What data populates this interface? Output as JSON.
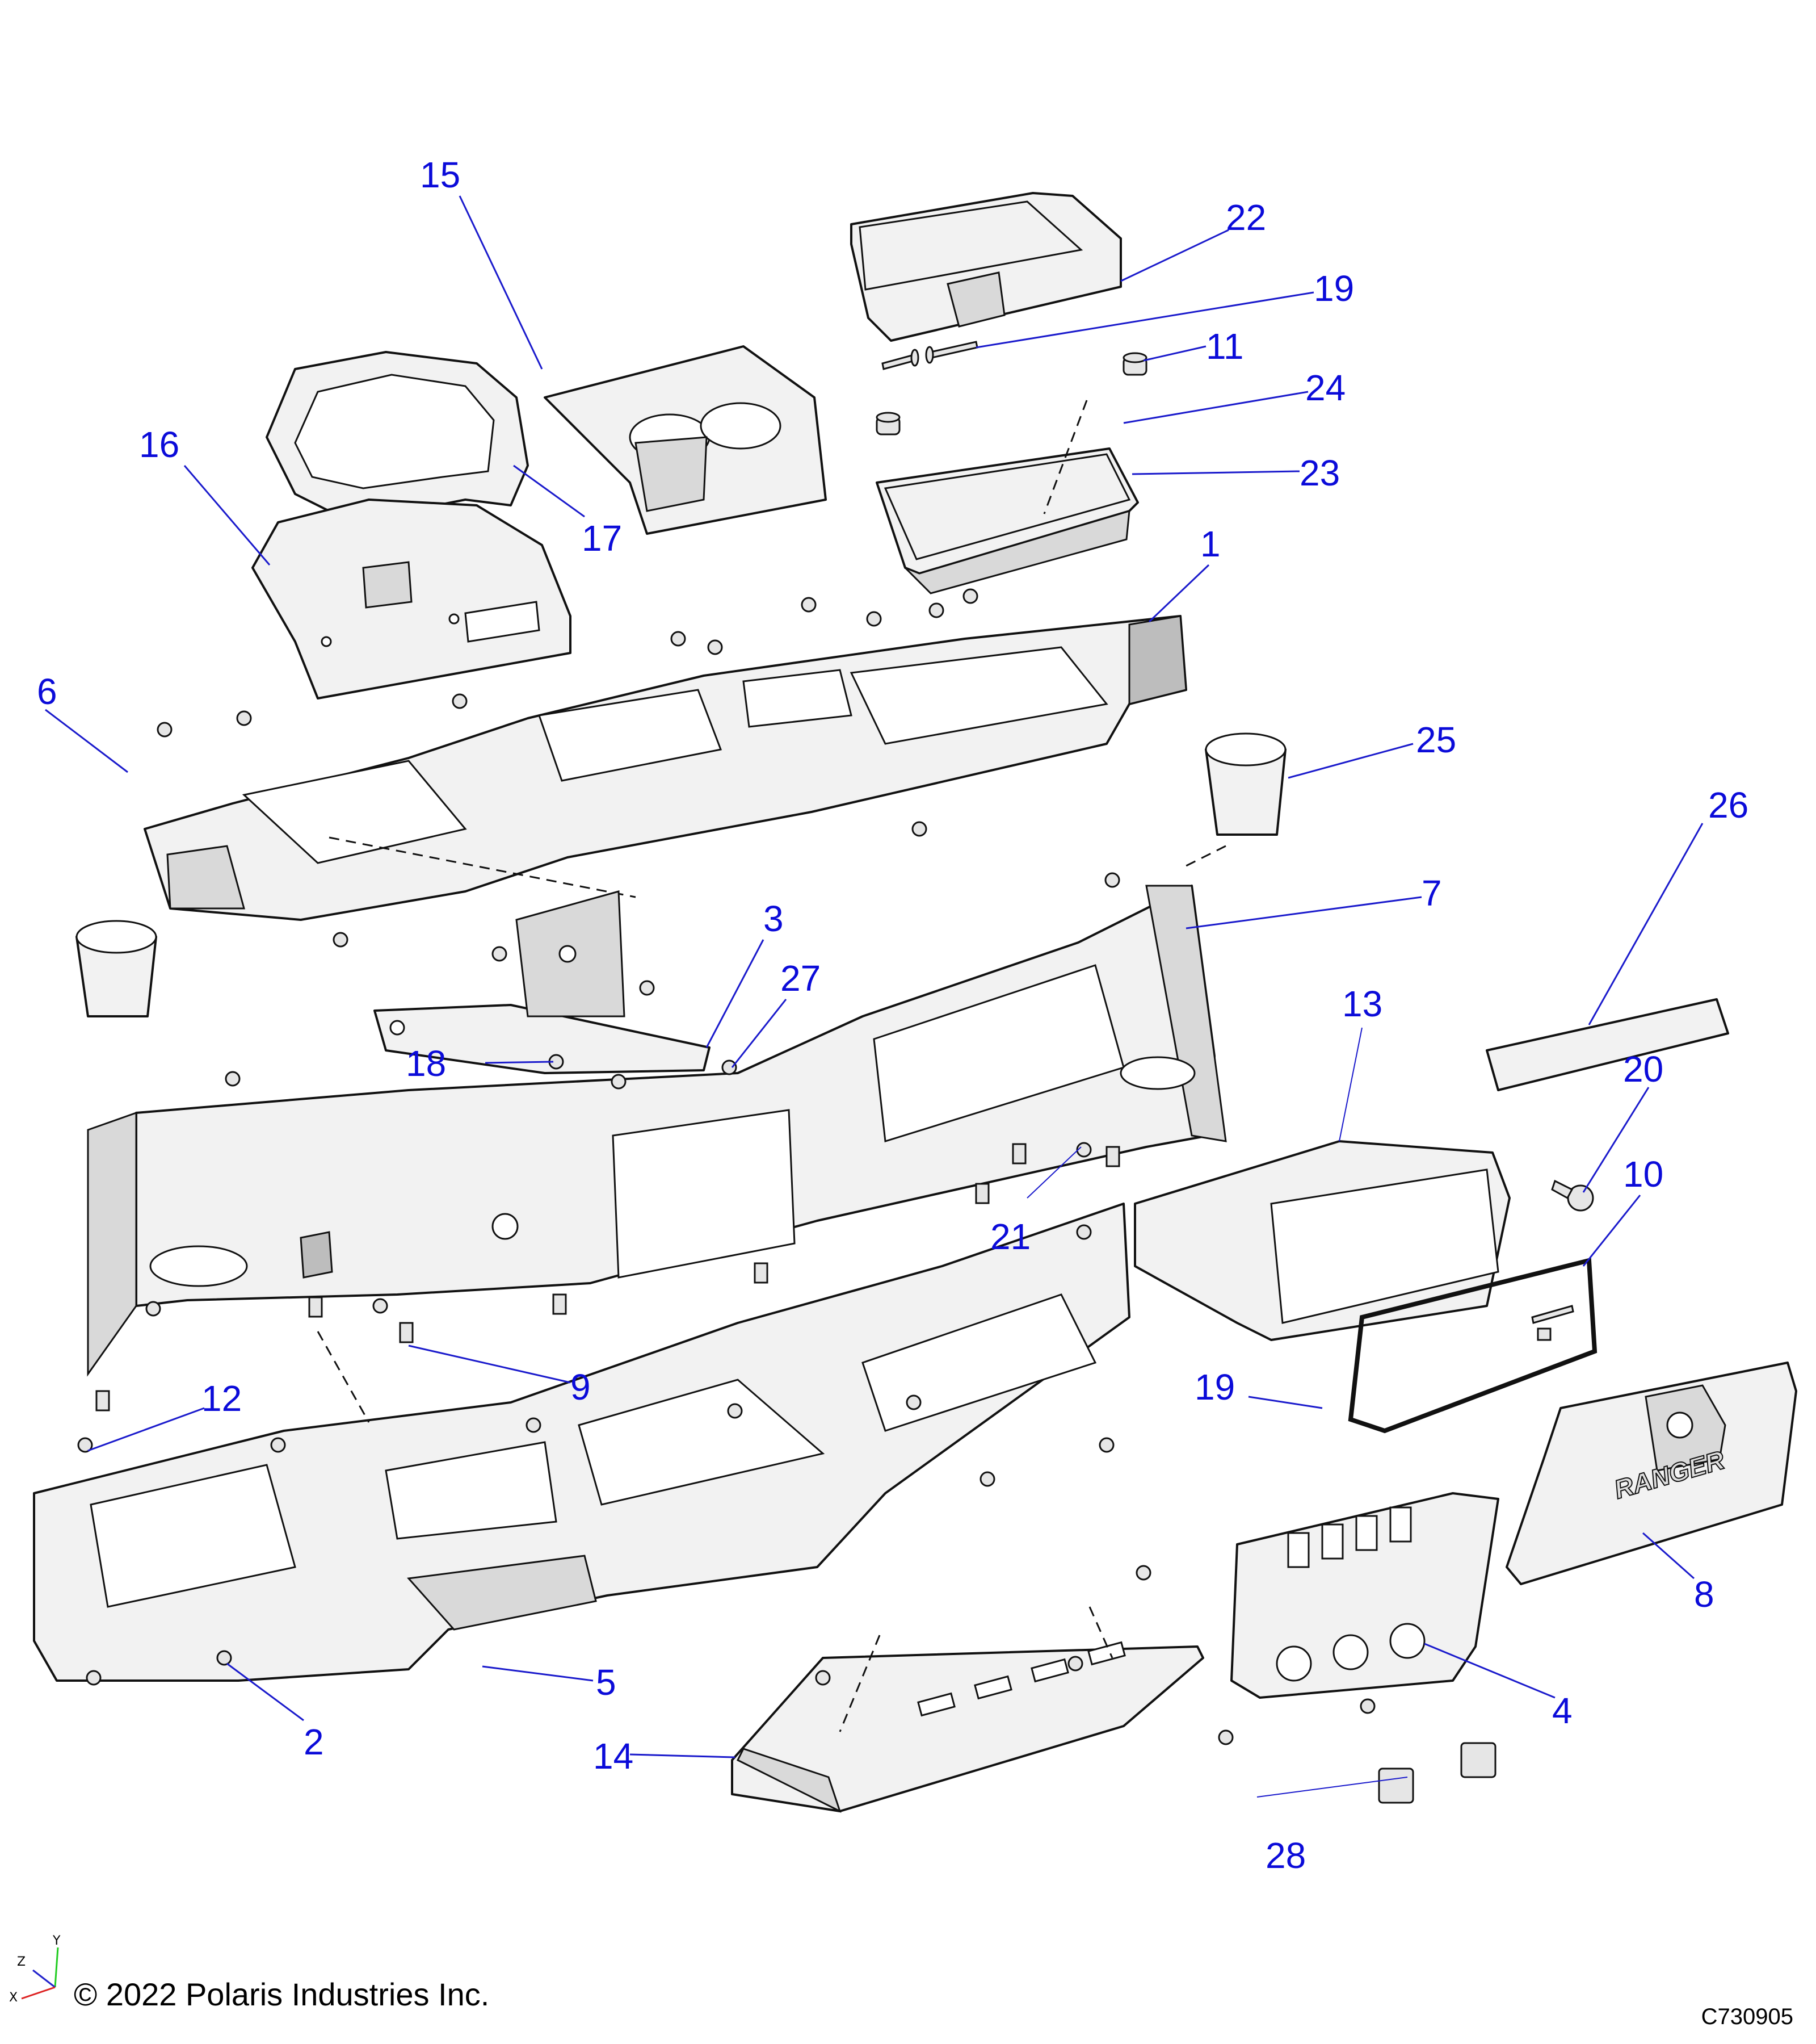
{
  "diagram": {
    "title": "Dashboard assembly exploded view",
    "drawing_number": "C730905",
    "copyright": "© 2022 Polaris Industries Inc.",
    "brand_text": "RANGER",
    "axis_triad": {
      "x": "X",
      "y": "Y",
      "z": "Z"
    },
    "colors": {
      "callout": "#0B0BD9",
      "leader": "#1A1ACC",
      "linework": "#111111",
      "part_fill": "#F2F2F2"
    },
    "callouts": [
      {
        "id": "c1",
        "label": "1",
        "part": "upper-dash-panel"
      },
      {
        "id": "c2",
        "label": "2",
        "part": "screw-lower-left"
      },
      {
        "id": "c3",
        "label": "3",
        "part": "support-bracket"
      },
      {
        "id": "c4",
        "label": "4",
        "part": "switch-bezel"
      },
      {
        "id": "c5",
        "label": "5",
        "part": "lower-dash-panel"
      },
      {
        "id": "c6",
        "label": "6",
        "part": "push-rivet"
      },
      {
        "id": "c7",
        "label": "7",
        "part": "main-dash-frame"
      },
      {
        "id": "c8",
        "label": "8",
        "part": "glove-box-door"
      },
      {
        "id": "c9",
        "label": "9",
        "part": "speed-nut"
      },
      {
        "id": "c10",
        "label": "10",
        "part": "glove-box-seal"
      },
      {
        "id": "c11",
        "label": "11",
        "part": "bumper"
      },
      {
        "id": "c12",
        "label": "12",
        "part": "screw"
      },
      {
        "id": "c13",
        "label": "13",
        "part": "glove-box-bin"
      },
      {
        "id": "c14",
        "label": "14",
        "part": "center-console-lower"
      },
      {
        "id": "c15",
        "label": "15",
        "part": "cupholder-console"
      },
      {
        "id": "c16",
        "label": "16",
        "part": "gauge-pod-base"
      },
      {
        "id": "c17",
        "label": "17",
        "part": "gauge-bezel"
      },
      {
        "id": "c18",
        "label": "18",
        "part": "screw"
      },
      {
        "id": "c19a",
        "label": "19",
        "part": "hinge-pin-upper"
      },
      {
        "id": "c19b",
        "label": "19",
        "part": "hinge-pin-lower"
      },
      {
        "id": "c20",
        "label": "20",
        "part": "latch"
      },
      {
        "id": "c21",
        "label": "21",
        "part": "push-clip"
      },
      {
        "id": "c22",
        "label": "22",
        "part": "upper-glove-box-door"
      },
      {
        "id": "c23",
        "label": "23",
        "part": "upper-glove-box-bin"
      },
      {
        "id": "c24",
        "label": "24",
        "part": "screw"
      },
      {
        "id": "c25",
        "label": "25",
        "part": "cupholder-insert-right"
      },
      {
        "id": "c26",
        "label": "26",
        "part": "trim-cap"
      },
      {
        "id": "c27",
        "label": "27",
        "part": "screw"
      },
      {
        "id": "c28",
        "label": "28",
        "part": "switch-blank"
      }
    ]
  }
}
